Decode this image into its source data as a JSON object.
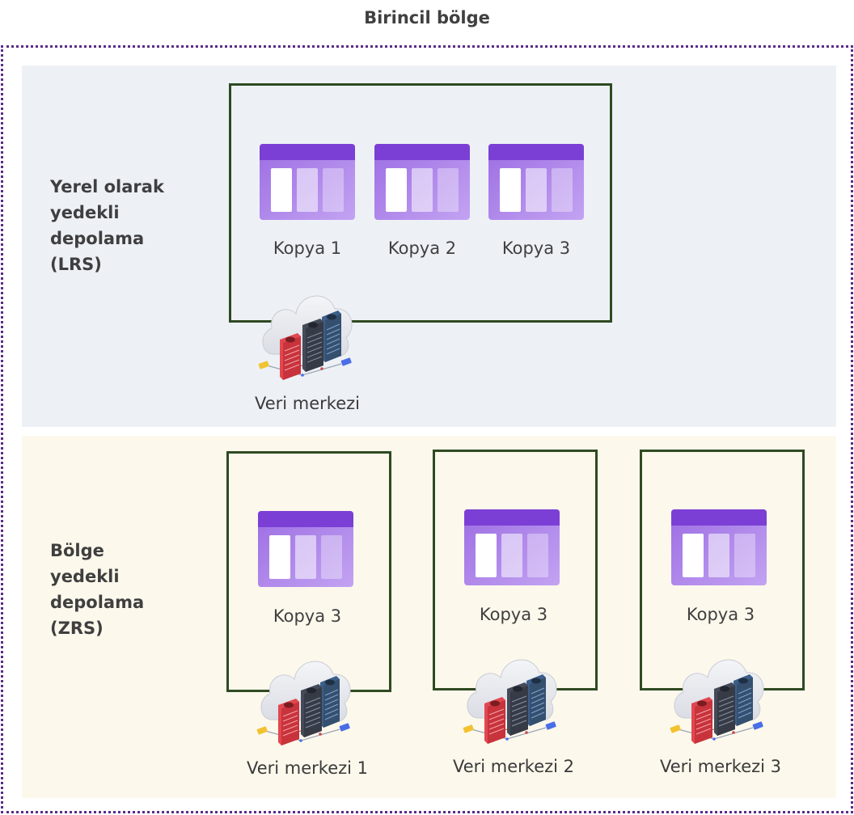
{
  "region_title": "Birincil bölge",
  "colors": {
    "region_border": "#5b2b86",
    "box_border": "#2f4a22",
    "lrs_background": "#edf1f6",
    "zrs_background": "#fcf8ec",
    "storage_header": "#7b3fd6",
    "storage_body": "#a97ee8"
  },
  "lrs": {
    "label_lines": [
      "Yerel olarak",
      "yedekli",
      "depolama",
      "(LRS)"
    ],
    "copies": [
      "Kopya 1",
      "Kopya 2",
      "Kopya 3"
    ],
    "datacenter_label": "Veri merkezi",
    "icons": {
      "storage": "storage-account-icon",
      "datacenter": "datacenter-cloud-icon"
    }
  },
  "zrs": {
    "label_lines": [
      "Bölge",
      "yedekli",
      "depolama",
      "(ZRS)"
    ],
    "zones": [
      {
        "copy": "Kopya 3",
        "datacenter_label": "Veri merkezi 1"
      },
      {
        "copy": "Kopya 3",
        "datacenter_label": "Veri merkezi 2"
      },
      {
        "copy": "Kopya 3",
        "datacenter_label": "Veri merkezi 3"
      }
    ]
  }
}
